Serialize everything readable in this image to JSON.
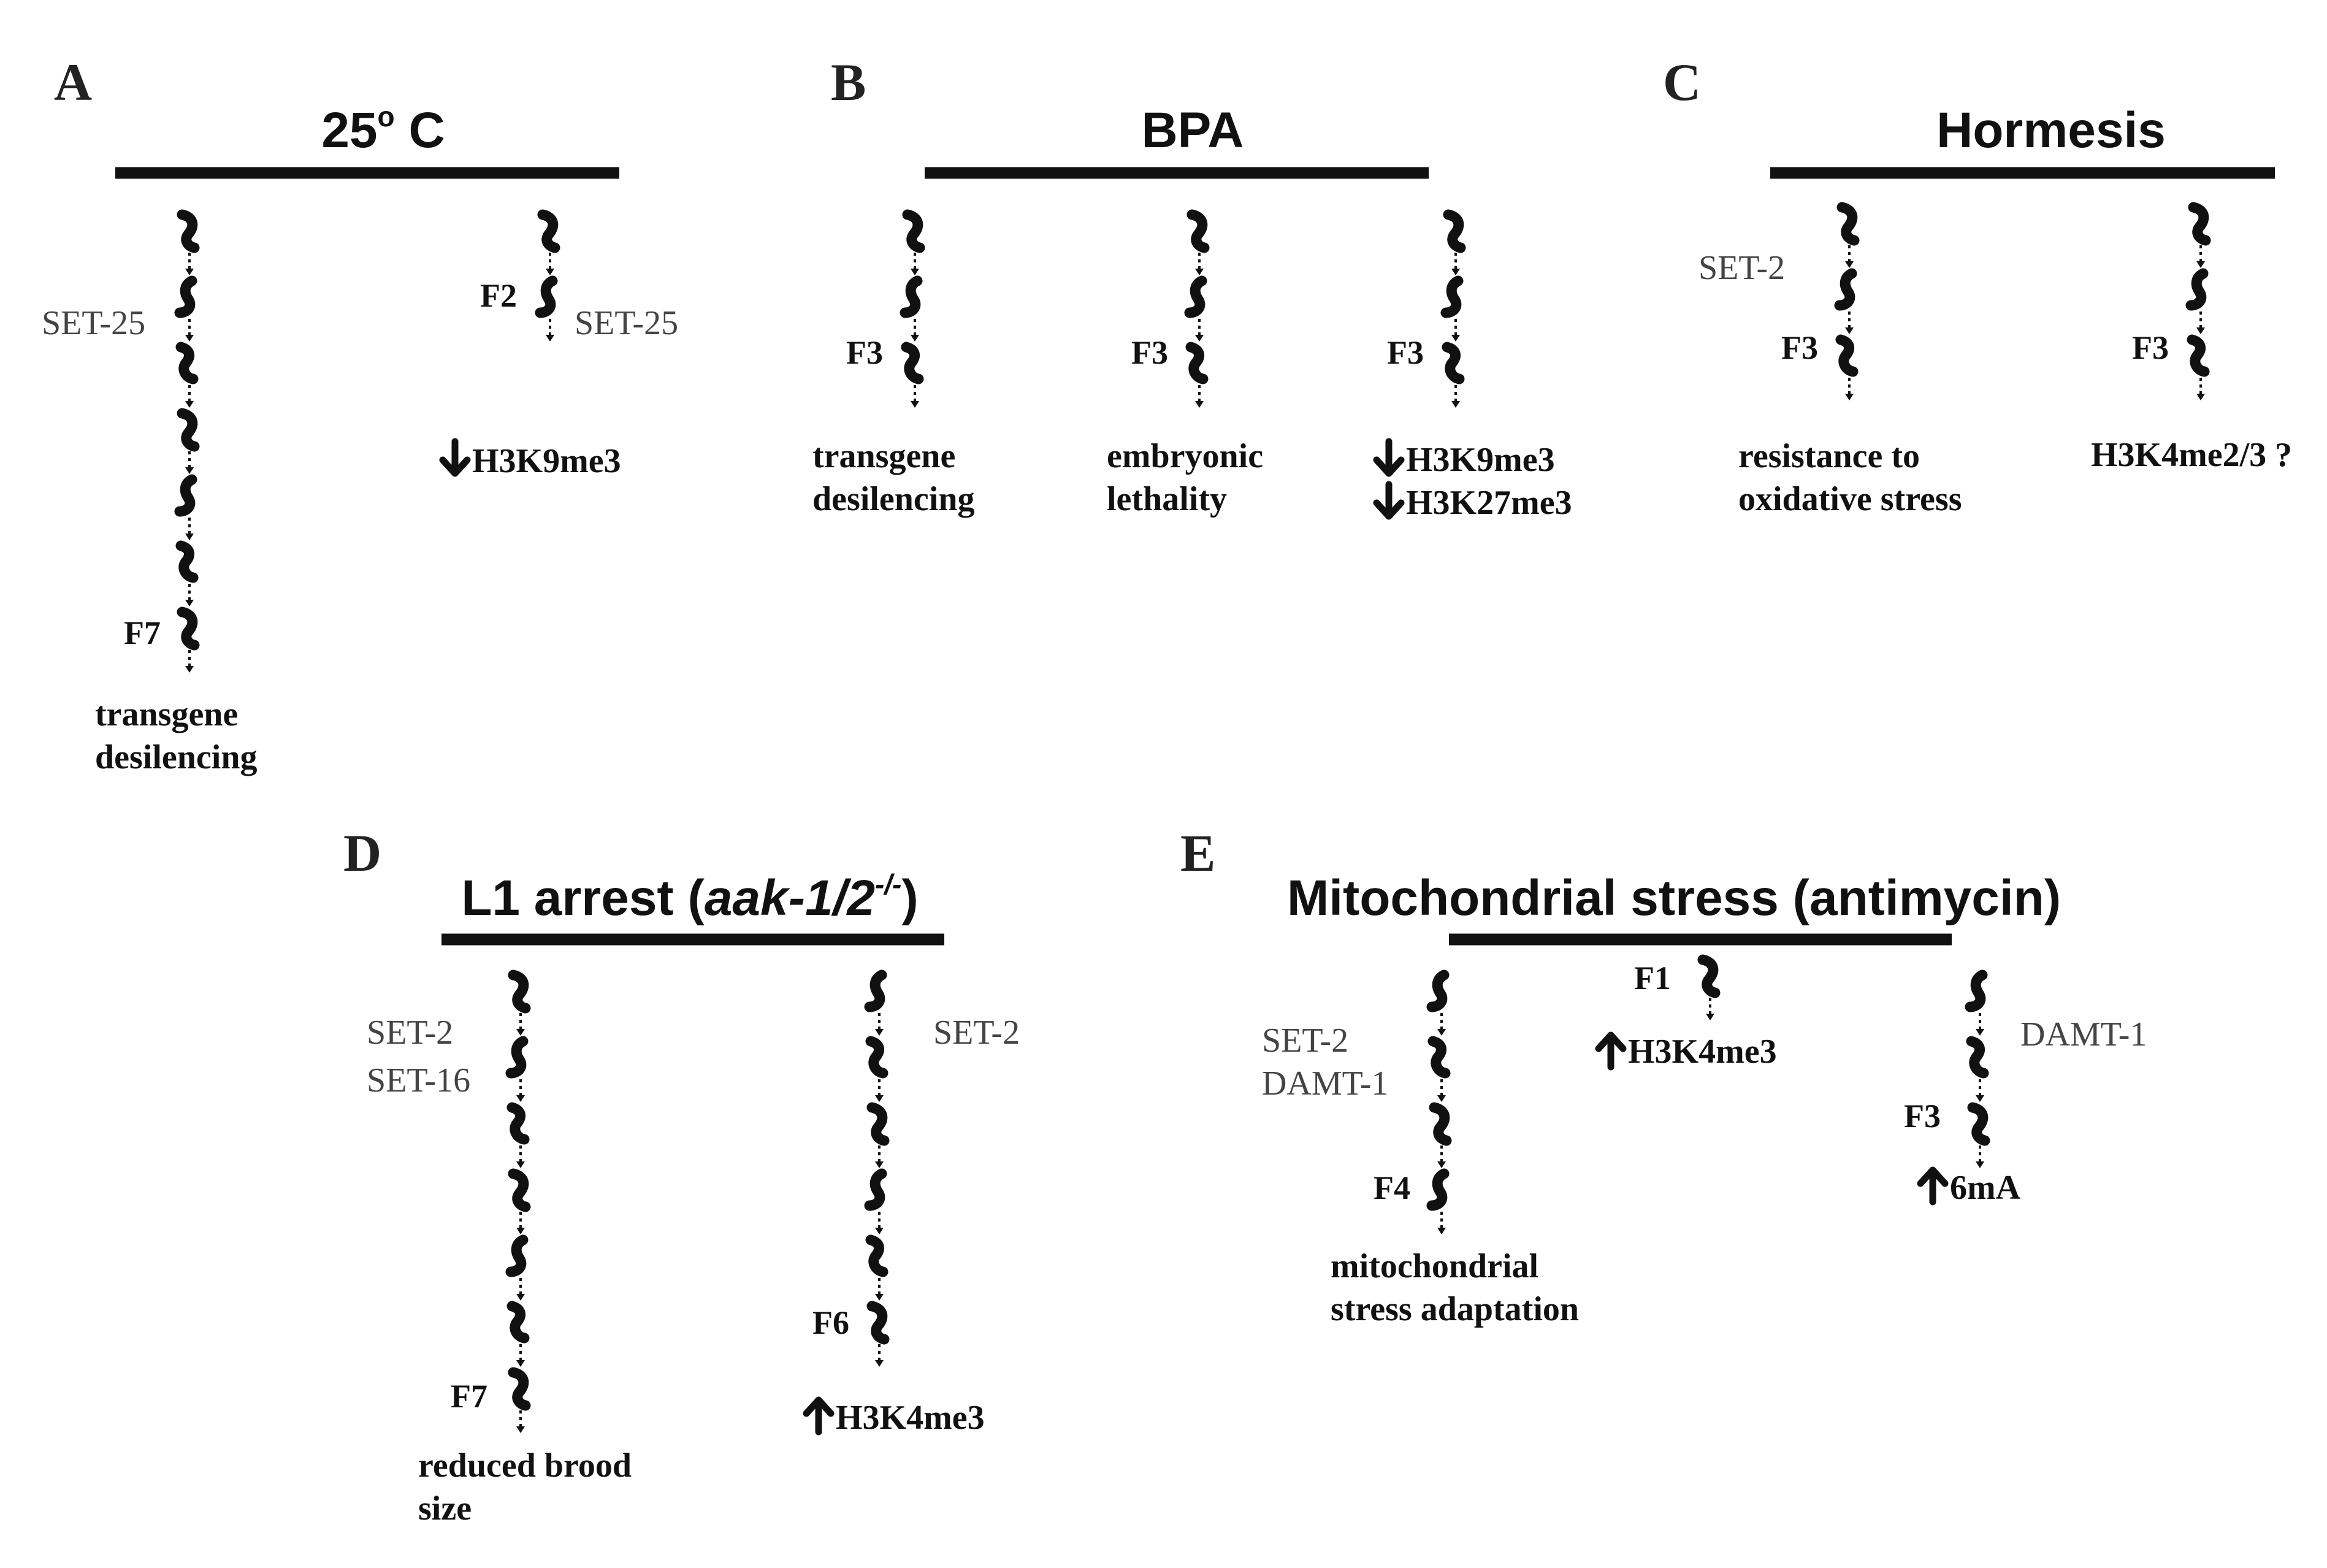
{
  "panels": {
    "A": {
      "label": "A",
      "title_main": "25",
      "title_sup": "o",
      "title_end": " C",
      "col1": {
        "enzymes": [
          "SET-25"
        ],
        "gen": "F7",
        "outcome": [
          "transgene",
          "desilencing"
        ]
      },
      "col2": {
        "gen": "F2",
        "enzymes": [
          "SET-25"
        ],
        "outcome": [
          "H3K9me3"
        ],
        "arrow": "down-arrow"
      }
    },
    "B": {
      "label": "B",
      "title": "BPA",
      "col1": {
        "gen": "F3",
        "outcome": [
          "transgene",
          "desilencing"
        ]
      },
      "col2": {
        "gen": "F3",
        "outcome": [
          "embryonic",
          "lethality"
        ]
      },
      "col3": {
        "gen": "F3",
        "outcome": [
          "H3K9me3",
          "H3K27me3"
        ],
        "arrow": "down-arrow"
      }
    },
    "C": {
      "label": "C",
      "title": "Hormesis",
      "col1": {
        "enzymes": [
          "SET-2"
        ],
        "gen": "F3",
        "outcome": [
          "resistance to",
          "oxidative stress"
        ]
      },
      "col2": {
        "gen": "F3",
        "outcome": [
          "H3K4me2/3 ?"
        ]
      }
    },
    "D": {
      "label": "D",
      "title_pre": "L1 arrest (",
      "title_italic": "aak-1/2",
      "title_sup": "-/-",
      "title_post": ")",
      "col1": {
        "enzymes": [
          "SET-2",
          "SET-16"
        ],
        "gen": "F7",
        "outcome": [
          "reduced brood",
          "size"
        ]
      },
      "col2": {
        "enzymes": [
          "SET-2"
        ],
        "gen": "F6",
        "outcome": [
          "H3K4me3"
        ],
        "arrow": "up-arrow"
      }
    },
    "E": {
      "label": "E",
      "title": "Mitochondrial stress (antimycin)",
      "col1": {
        "enzymes": [
          "SET-2",
          "DAMT-1"
        ],
        "gen": "F4",
        "outcome": [
          "mitochondrial",
          "stress adaptation"
        ]
      },
      "col2": {
        "gen": "F1",
        "outcome": [
          "H3K4me3"
        ],
        "arrow": "up-arrow"
      },
      "col3": {
        "enzymes": [
          "DAMT-1"
        ],
        "gen": "F3",
        "outcome": [
          "6mA"
        ],
        "arrow": "up-arrow"
      }
    }
  }
}
